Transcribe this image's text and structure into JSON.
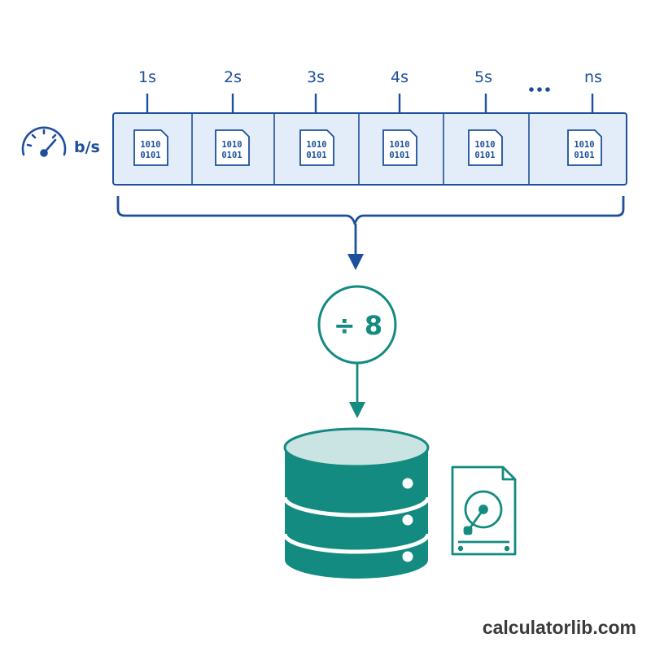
{
  "timeline": {
    "ticks": [
      "1s",
      "2s",
      "3s",
      "4s",
      "5s",
      "ns"
    ],
    "ellipsis": "•••",
    "file_lines": [
      "1010",
      "0101"
    ]
  },
  "rate_unit": "b/s",
  "operation": "÷ 8",
  "watermark": "calculatorlib.com",
  "icons": {
    "gauge": "speedometer-icon",
    "file": "binary-file-icon",
    "database": "database-icon",
    "disk": "hard-disk-icon"
  },
  "colors": {
    "blue": "#1d4f9c",
    "blue_fill": "#e3edf9",
    "teal": "#138b80",
    "teal_light": "#c9e4e2"
  }
}
